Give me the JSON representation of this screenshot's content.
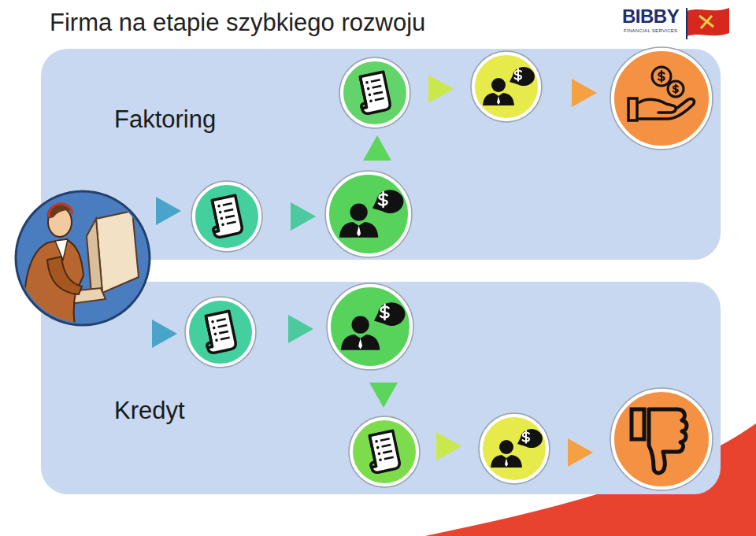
{
  "diagram": {
    "title": "Firma na etapie szybkiego rozwoju",
    "nodes": [
      {
        "text": [
          "Faktoring"
        ]
      },
      {
        "text": [
          "Kredyt"
        ]
      }
    ],
    "labels": [
      "BIBBY",
      "FINANCIAL SERVICES"
    ]
  }
}
